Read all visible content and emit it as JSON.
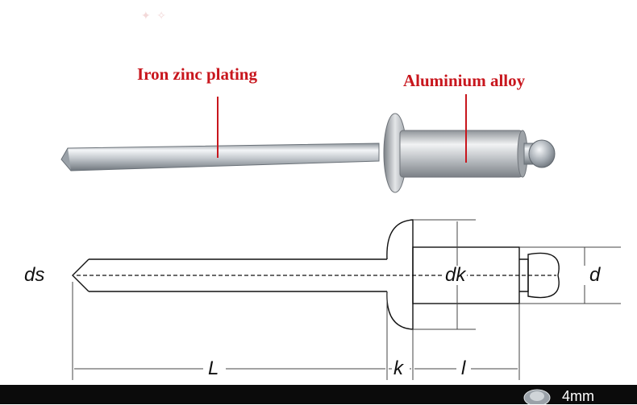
{
  "callouts": {
    "mandrel_material": "Iron zinc plating",
    "body_material": "Aluminium alloy"
  },
  "dimensions": {
    "shank_diameter": "ds",
    "head_diameter": "dk",
    "body_diameter": "d",
    "total_length": "L",
    "head_height": "k",
    "body_length": "l"
  },
  "footer": {
    "size_label": "4mm"
  },
  "colors": {
    "callout_text": "#c8161d",
    "callout_line": "#c8161d",
    "drawing_line": "#111111",
    "footer_bar": "#0b0b0b"
  }
}
